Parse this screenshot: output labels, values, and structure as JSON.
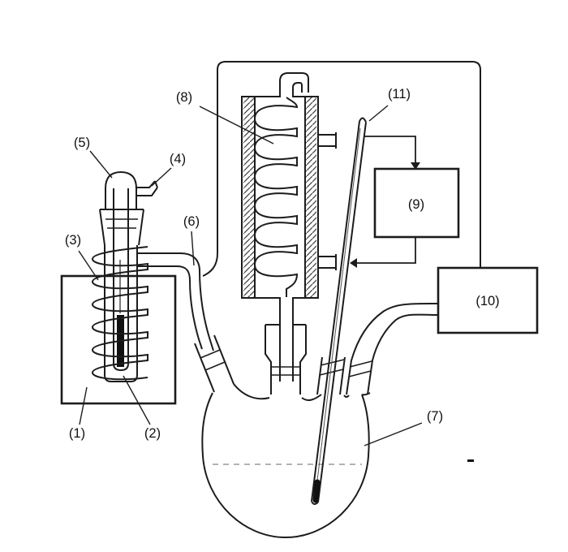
{
  "diagram": {
    "labels": {
      "n1": "(1)",
      "n2": "(2)",
      "n3": "(3)",
      "n4": "(4)",
      "n5": "(5)",
      "n6": "(6)",
      "n7": "(7)",
      "n8": "(8)",
      "n9": "(9)",
      "n10": "(10)",
      "n11": "(11)"
    },
    "colors": {
      "line": "#1c1c1c",
      "background": "#ffffff",
      "level_line": "#999999",
      "rod_fill": "#111111"
    }
  }
}
